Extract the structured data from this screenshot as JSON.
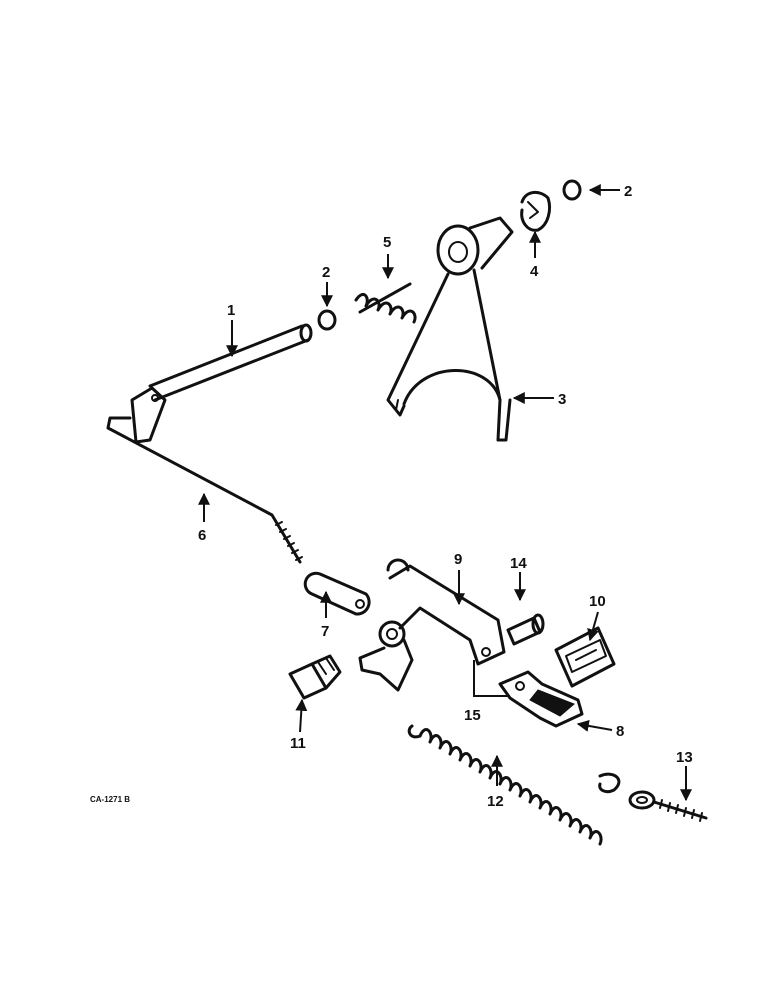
{
  "figure_code": "CA-1271 B",
  "callouts": [
    {
      "id": "1",
      "label": "1"
    },
    {
      "id": "2a",
      "label": "2"
    },
    {
      "id": "2b",
      "label": "2"
    },
    {
      "id": "3",
      "label": "3"
    },
    {
      "id": "4",
      "label": "4"
    },
    {
      "id": "5",
      "label": "5"
    },
    {
      "id": "6",
      "label": "6"
    },
    {
      "id": "7",
      "label": "7"
    },
    {
      "id": "8",
      "label": "8"
    },
    {
      "id": "9",
      "label": "9"
    },
    {
      "id": "10",
      "label": "10"
    },
    {
      "id": "11",
      "label": "11"
    },
    {
      "id": "12",
      "label": "12"
    },
    {
      "id": "13",
      "label": "13"
    },
    {
      "id": "14",
      "label": "14"
    },
    {
      "id": "15",
      "label": "15"
    }
  ]
}
